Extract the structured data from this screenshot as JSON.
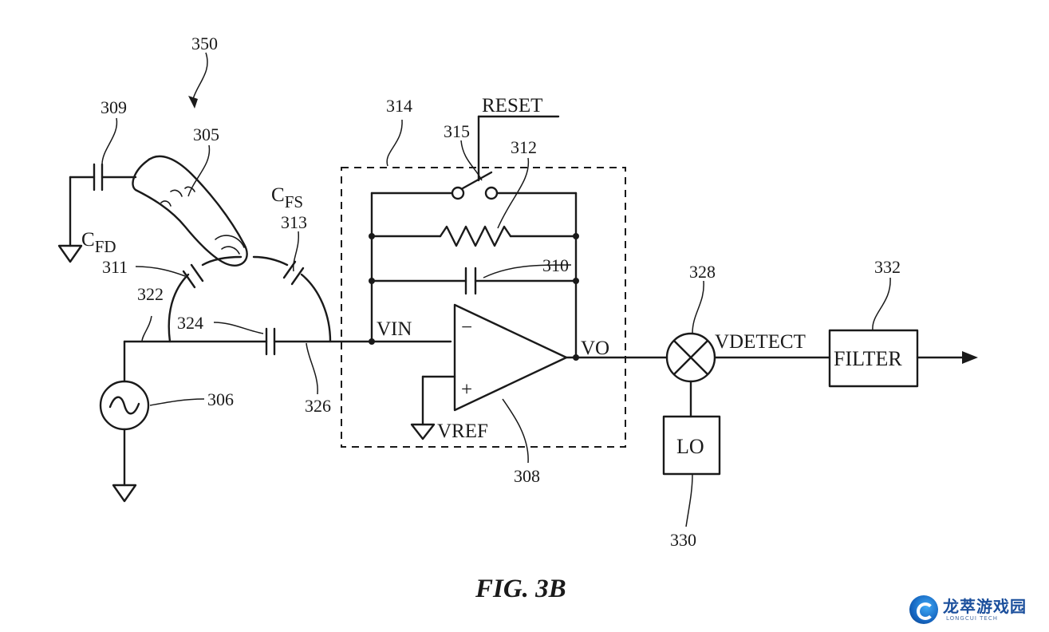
{
  "refs": {
    "r350": "350",
    "r309": "309",
    "r305": "305",
    "r314": "314",
    "r315": "315",
    "r312": "312",
    "r313": "313",
    "r311": "311",
    "r322": "322",
    "r324": "324",
    "r310": "310",
    "r328": "328",
    "r332": "332",
    "r306": "306",
    "r326": "326",
    "r308": "308",
    "r330": "330"
  },
  "signals": {
    "reset": "RESET",
    "cfs_main": "C",
    "cfs_sub": "FS",
    "cfd_main": "C",
    "cfd_sub": "FD",
    "vin": "VIN",
    "vo": "VO",
    "vdetect": "VDETECT",
    "vref": "VREF",
    "minus": "−",
    "plus": "+"
  },
  "blocks": {
    "filter": "FILTER",
    "lo": "LO"
  },
  "caption": "FIG. 3B",
  "watermark": {
    "name_cn": "龙萃游戏园",
    "name_en": "LONGCUI TECH"
  }
}
